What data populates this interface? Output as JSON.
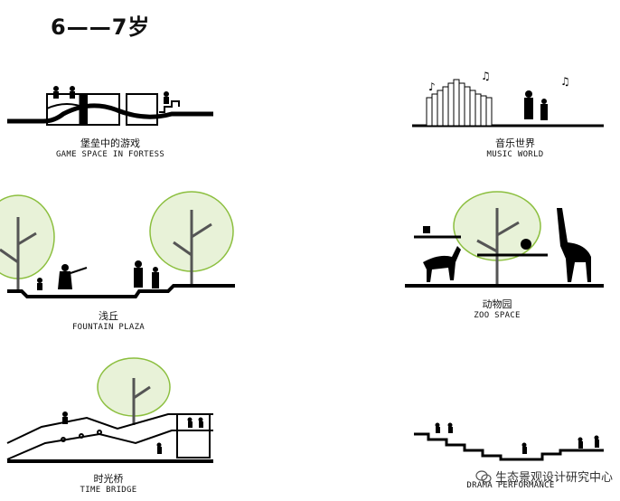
{
  "title": "6——7岁",
  "panels": [
    {
      "zh": "堡垒中的游戏",
      "en": "GAME SPACE IN FORTESS"
    },
    {
      "zh": "音乐世界",
      "en": "MUSIC WORLD"
    },
    {
      "zh": "浅丘",
      "en": "FOUNTAIN PLAZA"
    },
    {
      "zh": "动物园",
      "en": "ZOO SPACE"
    },
    {
      "zh": "时光桥",
      "en": "TIME BRIDGE"
    },
    {
      "zh": "",
      "en": "DRAMA PERFORMANCE"
    }
  ],
  "watermark": "生态景观设计研究中心",
  "colors": {
    "line": "#000000",
    "tree": "#8cbf3f"
  }
}
